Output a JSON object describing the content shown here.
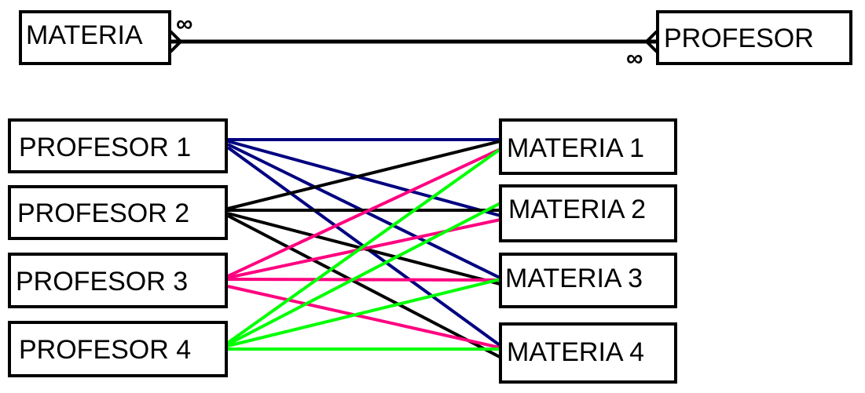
{
  "er": {
    "left_entity": "MATERIA",
    "right_entity": "PROFESOR",
    "left_cardinality": "∞",
    "right_cardinality": "∞"
  },
  "profesores": [
    "PROFESOR 1",
    "PROFESOR  2",
    "PROFESOR  3",
    "PROFESOR 4"
  ],
  "materias": [
    "MATERIA  1",
    "MATERIA  2",
    "MATERIA  3",
    "MATERIA  4"
  ],
  "colors": {
    "profesor_1": "#000080",
    "profesor_2": "#000000",
    "profesor_3": "#ff0080",
    "profesor_4": "#00ff00"
  },
  "links": [
    {
      "from": 1,
      "to": [
        1,
        2,
        3,
        4
      ]
    },
    {
      "from": 2,
      "to": [
        1,
        2,
        3,
        4
      ]
    },
    {
      "from": 3,
      "to": [
        1,
        2,
        3,
        4
      ]
    },
    {
      "from": 4,
      "to": [
        1,
        2,
        3,
        4
      ]
    }
  ]
}
